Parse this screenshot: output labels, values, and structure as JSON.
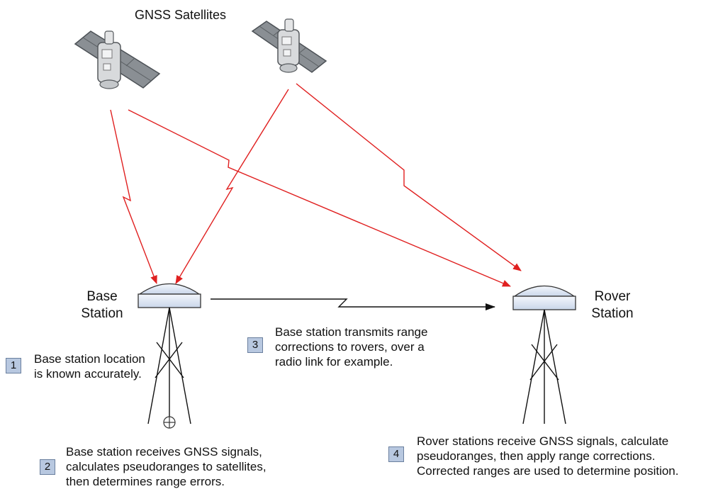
{
  "title": "GNSS Satellites",
  "stations": {
    "base": "Base\nStation",
    "rover": "Rover\nStation"
  },
  "steps": [
    {
      "number": "1",
      "text": "Base station location\nis known accurately."
    },
    {
      "number": "2",
      "text": "Base station receives GNSS signals,\ncalculates pseudoranges to satellites,\nthen determines range errors."
    },
    {
      "number": "3",
      "text": "Base station transmits range\ncorrections to rovers, over a\nradio link for example."
    },
    {
      "number": "4",
      "text": "Rover stations receive GNSS signals, calculate\npseudoranges, then apply range corrections.\nCorrected ranges are used to determine position."
    }
  ],
  "colors": {
    "signal": "#e02020",
    "radio_link": "#111111",
    "badge_fill": "#b8c8e0",
    "antenna_fill": "#dde6f2"
  }
}
